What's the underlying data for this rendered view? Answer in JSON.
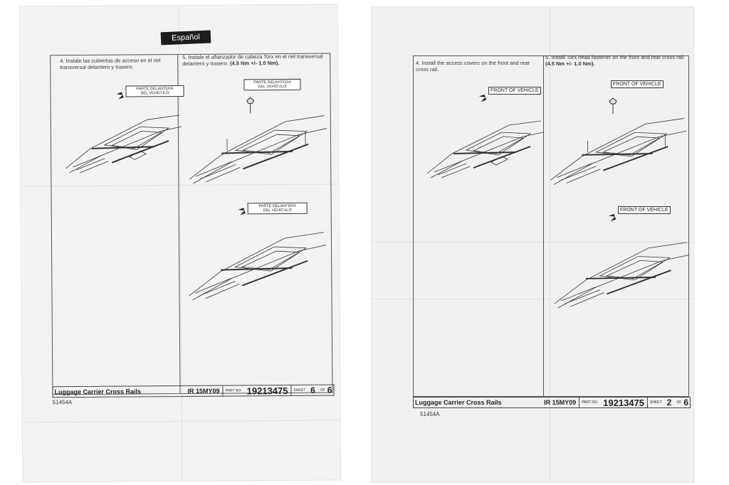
{
  "spanish_sheet": {
    "language_tab": "Español",
    "step4": {
      "number": "4.",
      "text": "Instale las cubiertas de acceso en el riel transversal delantero y trasero."
    },
    "step5": {
      "number": "5.",
      "text": "Instale el afianzador de cabeza Torx en el riel transversal delantero y trasero.",
      "torque": "(4.5 Nm +/- 1.0 Nm)."
    },
    "front_label_line1": "PARTE DELANTERA",
    "front_label_line2": "DEL VEHÍCULO",
    "title": "Luggage Carrier Cross Rails",
    "code": "IR 15MY09",
    "part_no_label": "PART NO.",
    "part_no": "19213475",
    "sheet_label": "SHEET",
    "sheet_number": "6",
    "of_label": "OF",
    "sheet_total": "6",
    "doc_code": "51454A"
  },
  "english_sheet": {
    "step4": {
      "number": "4.",
      "text": "Install the access covers on the front and rear cross rail."
    },
    "step5": {
      "number": "5.",
      "text": "Install Torx head fastener on the front and rear cross rail",
      "torque": "(4.5 Nm +/- 1.0 Nm)."
    },
    "front_label": "FRONT OF VEHICLE",
    "title": "Luggage Carrier Cross Rails",
    "code": "IR 15MY09",
    "part_no_label": "PART NO.",
    "part_no": "19213475",
    "sheet_label": "SHEET",
    "sheet_number": "2",
    "of_label": "OF",
    "sheet_total": "6",
    "doc_code": "51454A"
  },
  "icons": [
    "arrow-icon",
    "car-roof-diagram-icon",
    "torx-fastener-icon"
  ]
}
